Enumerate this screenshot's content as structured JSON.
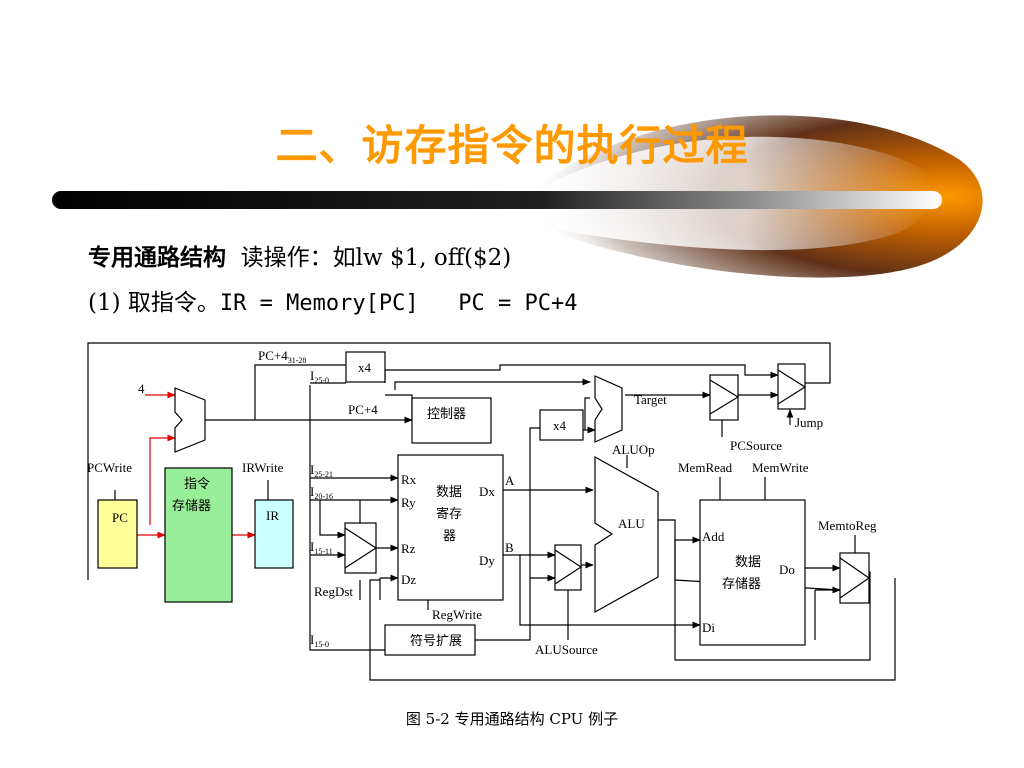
{
  "slide": {
    "title": "二、访存指令的执行过程",
    "heading": "专用通路结构",
    "operation": "读操作：如lw $1, off($2)",
    "step_prefix": "(1) 取指令。",
    "step_code": "IR = Memory[PC]   PC = PC+4"
  },
  "diagram": {
    "pc": "PC",
    "pcwrite": "PCWrite",
    "const4": "4",
    "imem_line1": "指令",
    "imem_line2": "存储器",
    "irwrite": "IRWrite",
    "ir": "IR",
    "pc4_top": "PC+4",
    "pc4_top_sub": "31-28",
    "i_25_0": "I",
    "i_25_0_sub": "25-0",
    "x4_top": "x4",
    "pc4": "PC+4",
    "controller": "控制器",
    "i_25_21": "I",
    "i_25_21_sub": "25-21",
    "i_20_16": "I",
    "i_20_16_sub": "20-16",
    "i_15_11": "I",
    "i_15_11_sub": "15-11",
    "i_15_0": "I",
    "i_15_0_sub": "15-0",
    "regdst": "RegDst",
    "rx": "Rx",
    "ry": "Ry",
    "rz": "Rz",
    "dz": "Dz",
    "regfile_line1": "数据",
    "regfile_line2": "寄存",
    "regfile_line3": "器",
    "dx": "Dx",
    "dy": "Dy",
    "a": "A",
    "b": "B",
    "regwrite": "RegWrite",
    "signext": "符号扩展",
    "alusource": "ALUSource",
    "x4_mid": "x4",
    "target": "Target",
    "aluop": "ALUOp",
    "alu": "ALU",
    "pcsource": "PCSource",
    "jump": "Jump",
    "memread": "MemRead",
    "memwrite": "MemWrite",
    "add": "Add",
    "di": "Di",
    "dmem_line1": "数据",
    "dmem_line2": "存储器",
    "do": "Do",
    "memtoreg": "MemtoReg",
    "caption": "图 5-2    专用通路结构 CPU 例子"
  },
  "colors": {
    "title": "#ff9900",
    "active_path": "#e00000",
    "pc_fill": "#ffff99",
    "imem_fill": "#99ee99",
    "ir_fill": "#ccffff",
    "bar_dark": "#000000",
    "bar_light": "#ffffff"
  }
}
